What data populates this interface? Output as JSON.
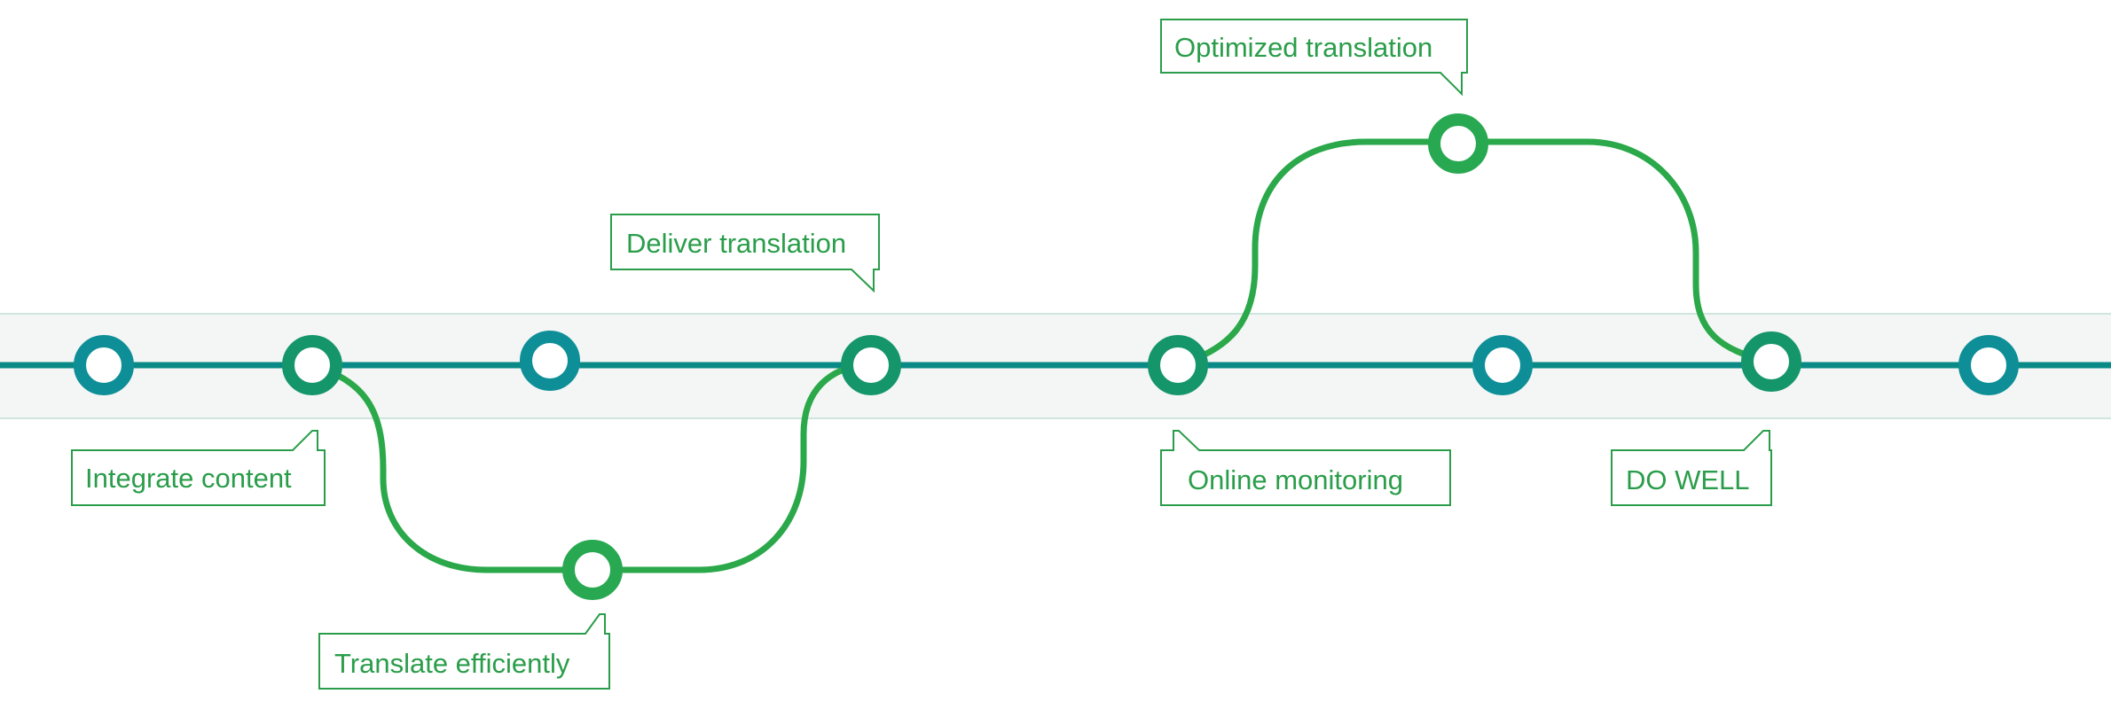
{
  "colors": {
    "main_line": "#0a8a86",
    "branch_line": "#2aa84a",
    "main_node": "#0e8f97",
    "junction_node": "#15966a",
    "branch_node": "#28a851",
    "label_text": "#2a9d4a",
    "label_border": "#2a9d4a",
    "band_fill": "#f3f6f5",
    "band_border": "#cfe5df"
  },
  "labels": {
    "integrate": "Integrate content",
    "translate": "Translate efficiently",
    "deliver": "Deliver translation",
    "optimized": "Optimized translation",
    "monitoring": "Online monitoring",
    "dowell": "DO WELL"
  }
}
